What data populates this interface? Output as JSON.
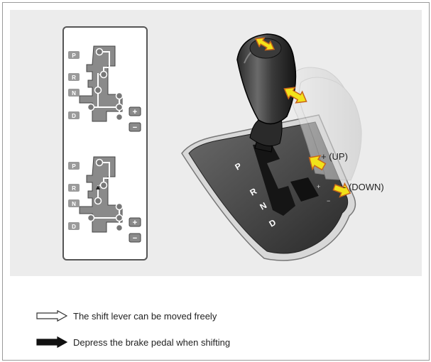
{
  "gate_letters": [
    "P",
    "R",
    "N",
    "D"
  ],
  "gate_plus": "+",
  "gate_minus": "−",
  "plate_letters": [
    "P",
    "R",
    "N",
    "D"
  ],
  "plate_plus": "+",
  "plate_minus": "−",
  "labels": {
    "up": "+ (UP)",
    "down": "- (DOWN)"
  },
  "legend": {
    "free": "The shift lever can be moved freely",
    "brake": "Depress the brake pedal when shifting"
  },
  "colors": {
    "arrow_fill": "#f2e21a",
    "arrow_outline": "#c8651a",
    "panel_bg": "#ececec"
  },
  "icons": {
    "free_arrow": "hollow-arrow-icon",
    "brake_arrow": "solid-arrow-icon"
  }
}
